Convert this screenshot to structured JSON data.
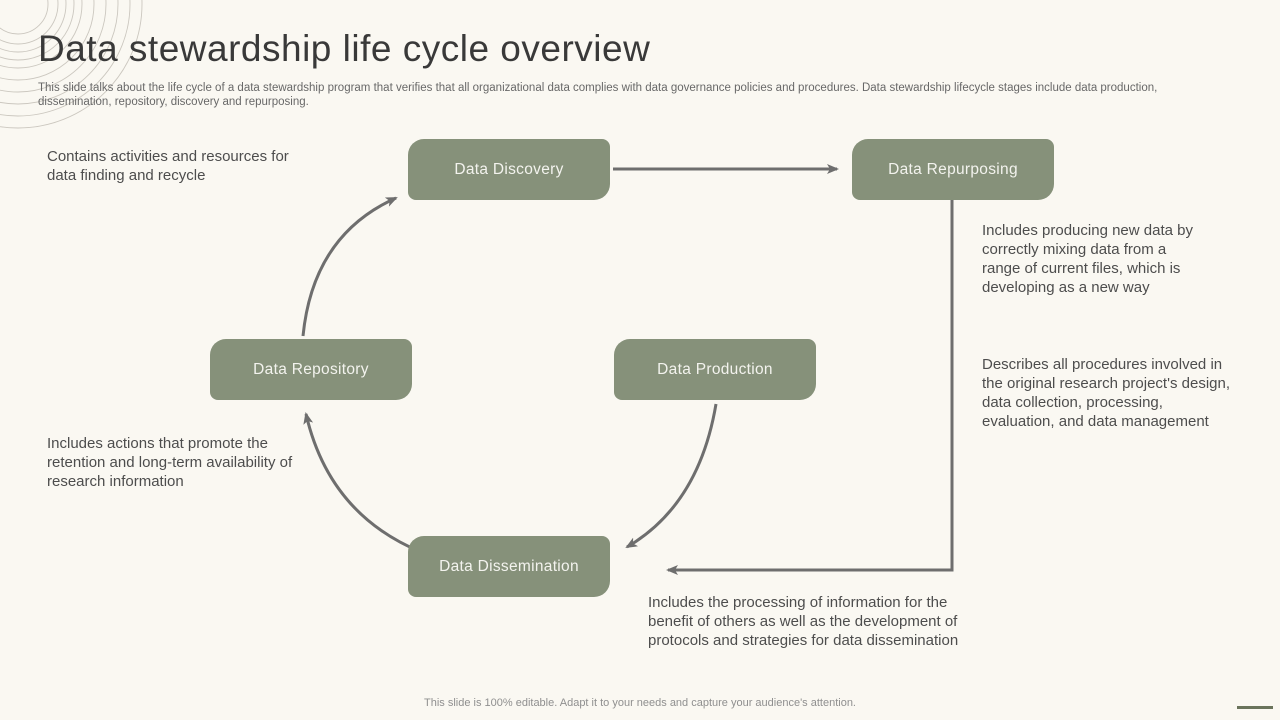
{
  "slide": {
    "title": "Data stewardship life cycle overview",
    "subtitle": "This slide talks about the life cycle of a data stewardship program that verifies that all organizational data complies with data governance policies and procedures. Data stewardship lifecycle stages include data production, dissemination, repository, discovery and repurposing.",
    "footer": "This slide is 100% editable. Adapt it to your needs and capture your audience's attention."
  },
  "nodes": [
    {
      "id": "discovery",
      "label": "Data Discovery"
    },
    {
      "id": "repurposing",
      "label": "Data Repurposing"
    },
    {
      "id": "repository",
      "label": "Data Repository"
    },
    {
      "id": "production",
      "label": "Data Production"
    },
    {
      "id": "dissemination",
      "label": "Data Dissemination"
    }
  ],
  "notes": {
    "discovery": "Contains activities and resources for data finding and recycle",
    "repurposing": "Includes  producing new data by correctly  mixing data from a range of current files, which is developing as a new way",
    "production": "Describes all procedures involved in the original research project's design, data collection,  processing, evaluation,  and data management",
    "repository": "Includes  actions that promote the retention and long-term availability of research information",
    "dissemination": "Includes  the processing of information for the benefit of others as well as the development of protocols and strategies for data dissemination"
  },
  "flow": [
    "Data Repository -> Data Discovery",
    "Data Discovery -> Data Repurposing",
    "Data Repurposing -> Data Dissemination",
    "Data Production -> Data Dissemination",
    "Data Dissemination -> Data Repository"
  ],
  "colors": {
    "background": "#faf8f2",
    "node_fill": "#86917a",
    "node_text": "#f3f3ee",
    "arrow": "#6e6e6e",
    "title_text": "#393939",
    "body_text": "#4d4d4d",
    "subtitle_text": "#686868",
    "footer_text": "#8f8f8f",
    "decor_line": "#cbc7bf",
    "accent_dash": "#6a745c"
  }
}
